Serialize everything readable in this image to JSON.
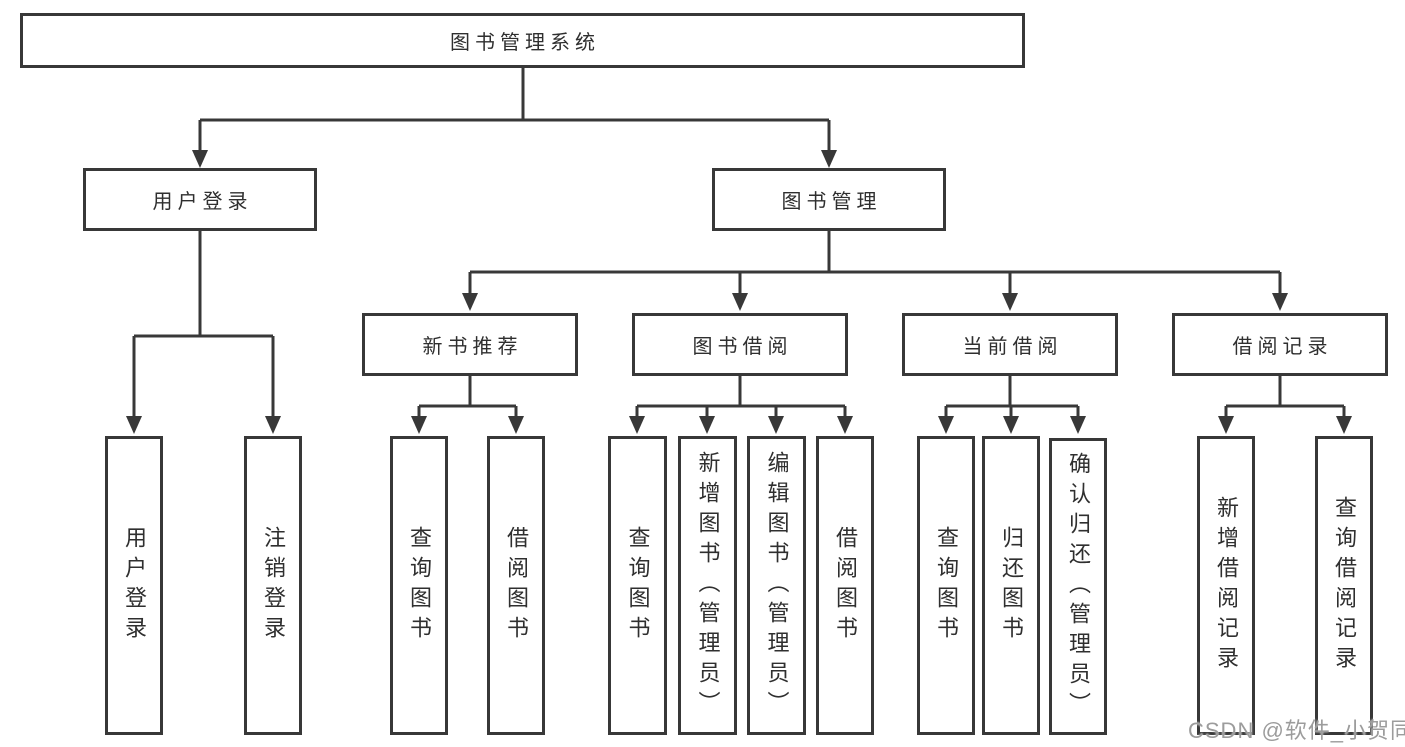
{
  "title": "图书管理系统",
  "colors": {
    "line": "#383838",
    "border": "#383838",
    "text": "#2f2f2f",
    "box_background": "#ffffff",
    "watermark_text_color": "#9c9c9c",
    "page_background": "#ffffff"
  },
  "watermark": {
    "text": "CSDN @软件_小贺同学"
  },
  "tree": {
    "label": "图书管理系统",
    "children": [
      {
        "label": "用户登录",
        "children": [
          {
            "label": "用户登录"
          },
          {
            "label": "注销登录"
          }
        ]
      },
      {
        "label": "图书管理",
        "children": [
          {
            "label": "新书推荐",
            "children": [
              {
                "label": "查询图书"
              },
              {
                "label": "借阅图书"
              }
            ]
          },
          {
            "label": "图书借阅",
            "children": [
              {
                "label": "查询图书"
              },
              {
                "label": "新增图书（管理员）"
              },
              {
                "label": "编辑图书（管理员）"
              },
              {
                "label": "借阅图书"
              }
            ]
          },
          {
            "label": "当前借阅",
            "children": [
              {
                "label": "查询图书"
              },
              {
                "label": "归还图书"
              },
              {
                "label": "确认归还（管理员）"
              }
            ]
          },
          {
            "label": "借阅记录",
            "children": [
              {
                "label": "新增借阅记录"
              },
              {
                "label": "查询借阅记录"
              }
            ]
          }
        ]
      }
    ]
  }
}
